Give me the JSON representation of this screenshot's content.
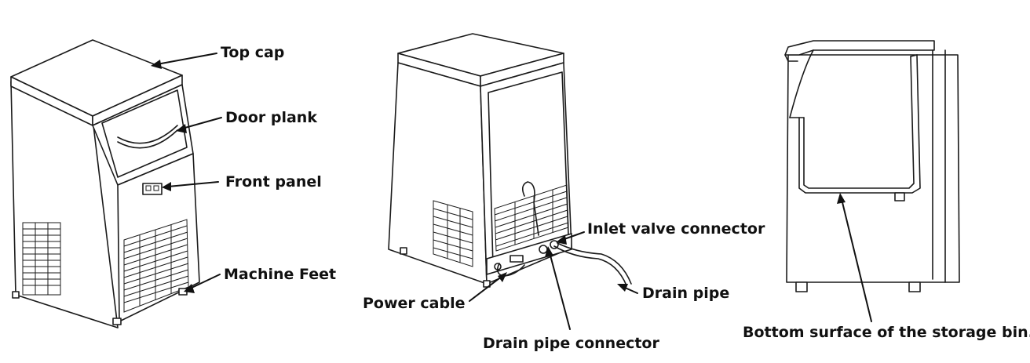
{
  "figure": {
    "views": [
      {
        "id": "front",
        "callouts": [
          {
            "key": "top_cap",
            "text": "Top cap"
          },
          {
            "key": "door_plank",
            "text": "Door plank"
          },
          {
            "key": "front_panel",
            "text": "Front panel"
          },
          {
            "key": "machine_feet",
            "text": "Machine Feet"
          }
        ]
      },
      {
        "id": "rear",
        "callouts": [
          {
            "key": "inlet_valve_connector",
            "text": "Inlet valve connector"
          },
          {
            "key": "drain_pipe",
            "text": "Drain pipe"
          },
          {
            "key": "power_cable",
            "text": "Power cable"
          },
          {
            "key": "drain_pipe_connector",
            "text": "Drain pipe connector"
          }
        ]
      },
      {
        "id": "section",
        "callouts": [
          {
            "key": "storage_bin_bottom",
            "text": "Bottom surface of the storage bin."
          }
        ]
      }
    ]
  }
}
